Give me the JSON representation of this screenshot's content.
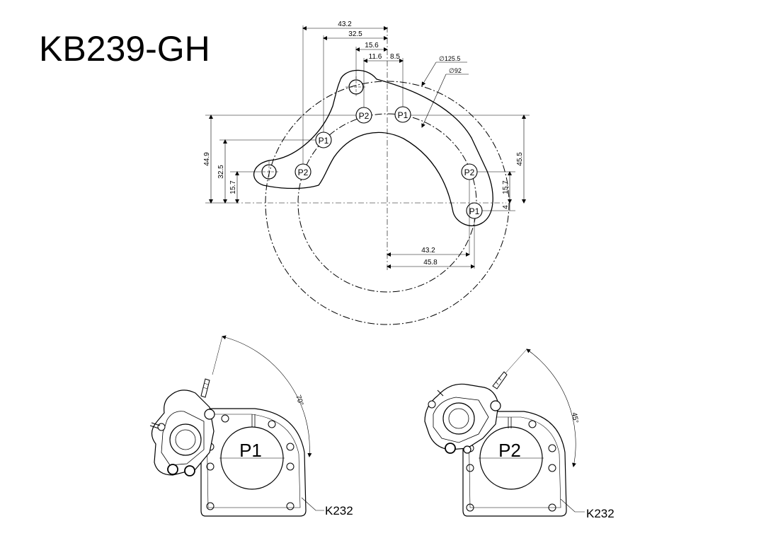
{
  "title": "KB239-GH",
  "dimensions": {
    "top_43_2": "43.2",
    "top_32_5": "32.5",
    "top_15_6": "15.6",
    "top_11_6": "11.6",
    "top_8_5": "8.5",
    "dia_125_5": "∅125.5",
    "dia_92": "∅92",
    "left_44_9": "44.9",
    "left_32_5": "32.5",
    "left_15_7": "15.7",
    "right_45_5": "45.5",
    "right_15_7": "15.7",
    "right_4": "4",
    "bottom_43_2": "43.2",
    "bottom_45_8": "45.8"
  },
  "bubbles": {
    "p2_top": "P2",
    "p1_top": "P1",
    "p1_left": "P1",
    "p2_left": "P2",
    "p2_right": "P2",
    "p1_right": "P1"
  },
  "views": {
    "left": {
      "label": "P1",
      "angle": "70°",
      "part": "K232"
    },
    "right": {
      "label": "P2",
      "angle": "45°",
      "part": "K232"
    }
  }
}
